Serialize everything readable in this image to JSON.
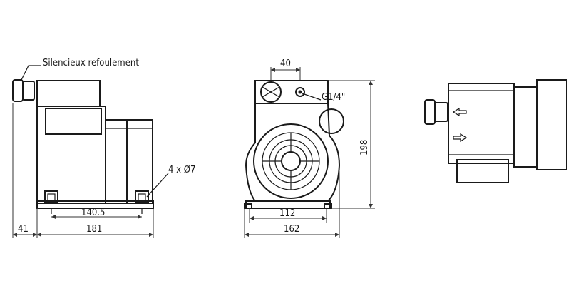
{
  "labels": {
    "silencer": "Silencieux refoulement",
    "holes": "4 x Ø7",
    "port": "G1/4\""
  },
  "dimensions": {
    "left_offset": "41",
    "hole_spacing": "140.5",
    "base_length": "181",
    "port_spacing": "40",
    "height": "198",
    "foot_spacing": "112",
    "width": "162"
  }
}
